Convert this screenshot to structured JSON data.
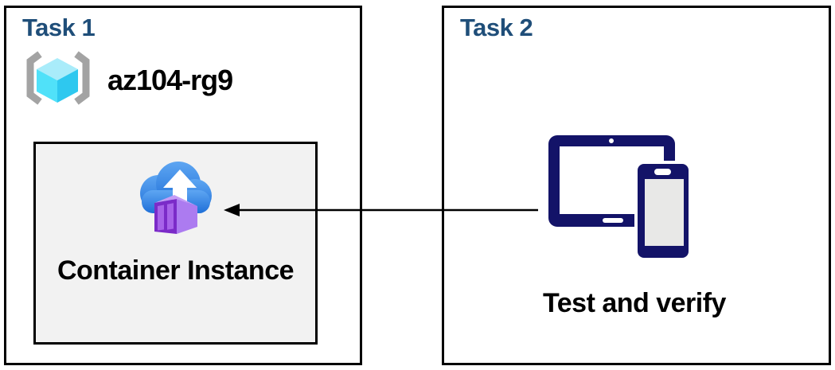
{
  "diagram": {
    "task1": {
      "title": "Task 1",
      "resource_group": {
        "name": "az104-rg9",
        "icon": "resource-group-icon"
      },
      "container_instance": {
        "label": "Container Instance",
        "icon": "container-instance-icon",
        "box_fill": "#F2F2F2"
      }
    },
    "task2": {
      "title": "Task 2",
      "devices": {
        "icon": "devices-icon"
      },
      "label": "Test and verify"
    },
    "arrow": {
      "from": "task2-devices",
      "to": "task1-container-instance",
      "direction": "right-to-left",
      "color": "#000000"
    },
    "colors": {
      "title_blue": "#1F4E79",
      "border_black": "#000000",
      "container_box_fill": "#F2F2F2",
      "device_navy": "#131368",
      "device_screen_gray": "#E8E8E7",
      "cloud_blue_top": "#5EA6F2",
      "cloud_blue_bottom": "#1F6FD8",
      "container_purple_front": "#7B2BC8",
      "container_purple_door": "#A763E9",
      "container_purple_side": "#AC7BF0",
      "container_purple_top": "#C49CF6",
      "cube_cyan_top": "#A9ECFA",
      "cube_cyan_left": "#50E1F9",
      "cube_cyan_right": "#2EC8EF",
      "bracket_gray": "#A3A3A3"
    }
  }
}
